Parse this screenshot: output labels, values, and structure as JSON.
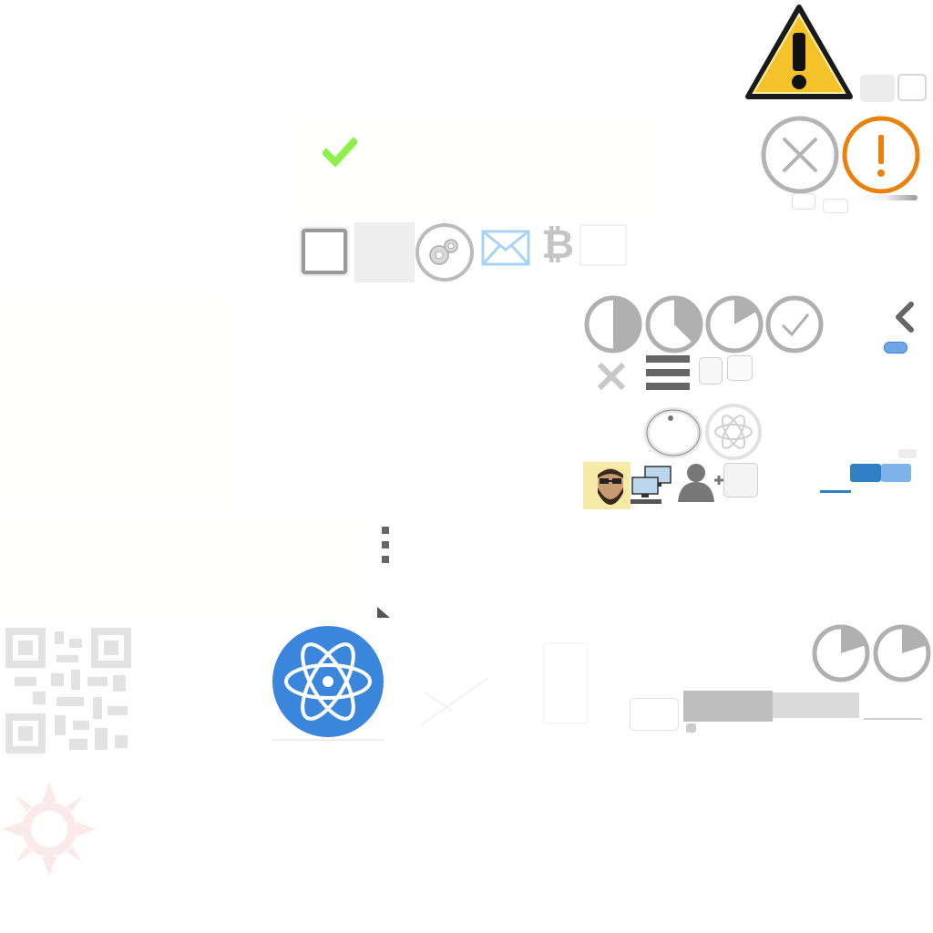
{
  "icons": {
    "warning": "warning-triangle-icon",
    "error": "error-circle-icon",
    "alert": "alert-circle-icon",
    "check": "check-icon",
    "gears": "gears-icon",
    "mail": "mail-icon",
    "bitcoin": "bitcoin-icon",
    "menu": "hamburger-menu-icon",
    "close": "close-x-icon",
    "back": "chevron-left-icon",
    "kebab": "kebab-menu-icon",
    "atom": "atom-icon",
    "network": "network-computers-icon",
    "add_user": "add-user-icon",
    "qr": "qr-code-icon",
    "sun": "sun-icon"
  },
  "glyphs": {
    "bitcoin": "₿",
    "check": "✔",
    "exclaim": "!"
  },
  "colors": {
    "warning_yellow": "#f6c22a",
    "alert_orange": "#e8820c",
    "check_green": "#8cf04a",
    "gray": "#b0b0b0",
    "dark_gray": "#666666",
    "atom_blue": "#3a86dd",
    "toggle_blue": "#2f7fc4",
    "toggle_light": "#7fb2e8",
    "mail_blue": "#a9d3f2"
  },
  "progress": [
    {
      "name": "pie-half",
      "fraction": 0.5
    },
    {
      "name": "pie-three-eighths",
      "fraction": 0.375
    },
    {
      "name": "pie-sixth",
      "fraction": 0.167
    },
    {
      "name": "pie-fifth",
      "fraction": 0.2
    },
    {
      "name": "pie-fifth-b",
      "fraction": 0.2
    }
  ],
  "bar": {
    "fill_fraction": 0.37,
    "secondary_fraction": 0.36
  }
}
